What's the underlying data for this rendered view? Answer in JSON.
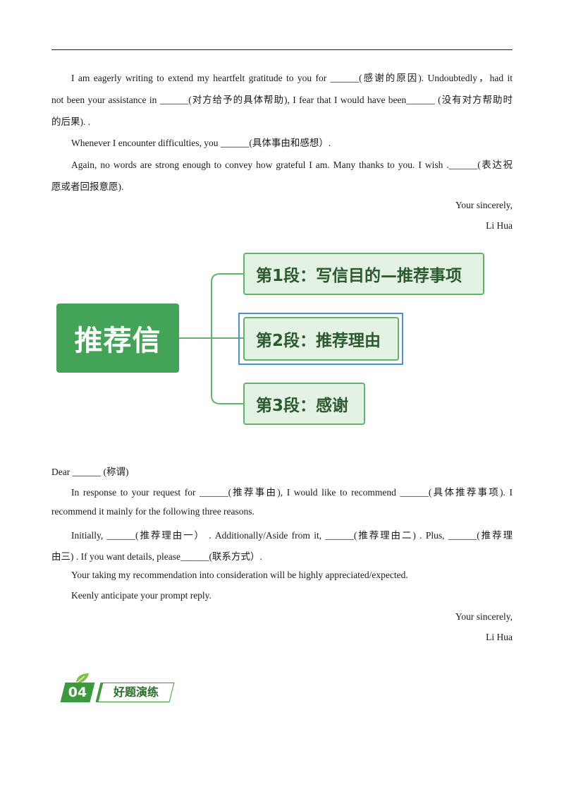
{
  "letter1": {
    "p1_l1": "I am eagerly writing to extend my heartfelt gratitude to you for ______(感谢的原因). Undoubtedly，had it",
    "p1_l2": "not been your assistance in ______(对方给予的具体帮助), I fear that I would have been______ (没有对方帮助时",
    "p1_l3": "的后果). .",
    "p2": "Whenever I encounter difficulties, you ______(具体事由和感想）.",
    "p3_l1": "Again, no words are strong enough to convey how grateful I am. Many thanks to you. I wish  .______(表达祝",
    "p3_l2": "愿或者回报意愿).",
    "closing": "Your sincerely,",
    "signature": "Li Hua"
  },
  "mindmap": {
    "root": "推荐信",
    "nodes": [
      "第1段：写信目的—推荐事项",
      "第2段：推荐理由",
      "第3段：感谢"
    ],
    "selected_index": 1
  },
  "letter2": {
    "salutation": "Dear ______ (称谓)",
    "p1_l1": "In response to your request for ______(推荐事由),  I  would like to   recommend ______(具体推荐事项). I",
    "p1_l2": "recommend it mainly for the following three  reasons.",
    "p2_l1": "Initially,  ______(推荐理由一） . Additionally/Aside  from  it,  ______(推荐理由二) . Plus, ______(推荐理",
    "p2_l2": "由三) . If you want details, please______(联系方式）.",
    "p3": "Your taking my recommendation into consideration will be highly appreciated/expected.",
    "p4": "Keenly  anticipate  your  prompt reply.",
    "closing": "Your sincerely,",
    "signature": "Li Hua"
  },
  "section_badge": {
    "number": "04",
    "title": "好题演练"
  },
  "colors": {
    "root_green": "#43a356",
    "node_fill": "#e4f2e3",
    "node_border": "#5fb46a",
    "selection_blue": "#4a90e2"
  }
}
